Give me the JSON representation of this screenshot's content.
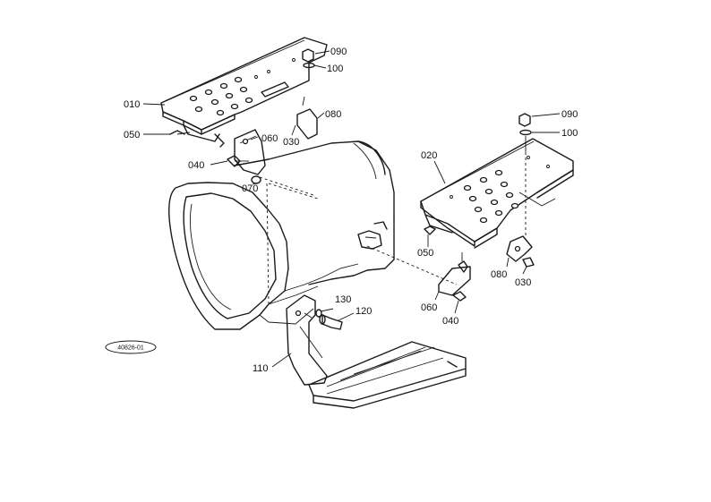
{
  "diagram": {
    "parts": [
      {
        "key": "p090a",
        "label": "090"
      },
      {
        "key": "p100a",
        "label": "100"
      },
      {
        "key": "p010",
        "label": "010"
      },
      {
        "key": "p080a",
        "label": "080"
      },
      {
        "key": "p050a",
        "label": "050"
      },
      {
        "key": "p060a",
        "label": "060"
      },
      {
        "key": "p030a",
        "label": "030"
      },
      {
        "key": "p040a",
        "label": "040"
      },
      {
        "key": "p070",
        "label": "070"
      },
      {
        "key": "p090b",
        "label": "090"
      },
      {
        "key": "p100b",
        "label": "100"
      },
      {
        "key": "p020",
        "label": "020"
      },
      {
        "key": "p050b",
        "label": "050"
      },
      {
        "key": "p080b",
        "label": "080"
      },
      {
        "key": "p030b",
        "label": "030"
      },
      {
        "key": "p060b",
        "label": "060"
      },
      {
        "key": "p040b",
        "label": "040"
      },
      {
        "key": "p130",
        "label": "130"
      },
      {
        "key": "p120",
        "label": "120"
      },
      {
        "key": "p110",
        "label": "110"
      }
    ],
    "badge": "40826-01"
  }
}
